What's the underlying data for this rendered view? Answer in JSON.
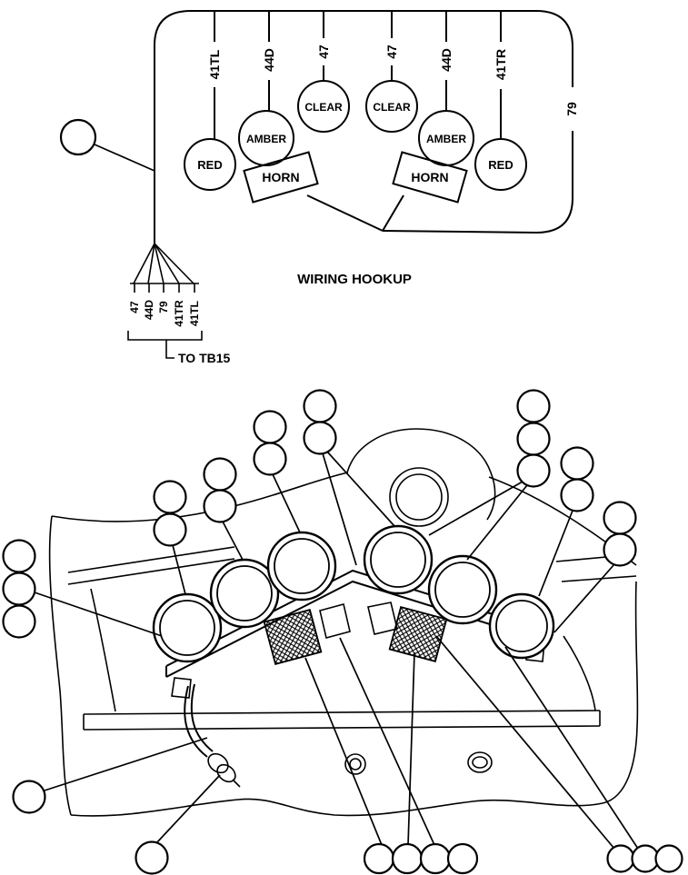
{
  "diagram": {
    "title": "WIRING HOOKUP",
    "harness": {
      "wire_labels": [
        "41TL",
        "44D",
        "47",
        "47",
        "44D",
        "41TR"
      ],
      "feed_label": "79"
    },
    "lamp_labels": [
      "RED",
      "AMBER",
      "CLEAR",
      "CLEAR",
      "AMBER",
      "RED"
    ],
    "horns": [
      "HORN",
      "HORN"
    ],
    "connector": {
      "pin_labels": [
        "47",
        "44D",
        "79",
        "41TR",
        "41TL"
      ],
      "destination": "TO TB15"
    },
    "colors": {
      "ink": "#000000",
      "background": "#ffffff"
    }
  }
}
